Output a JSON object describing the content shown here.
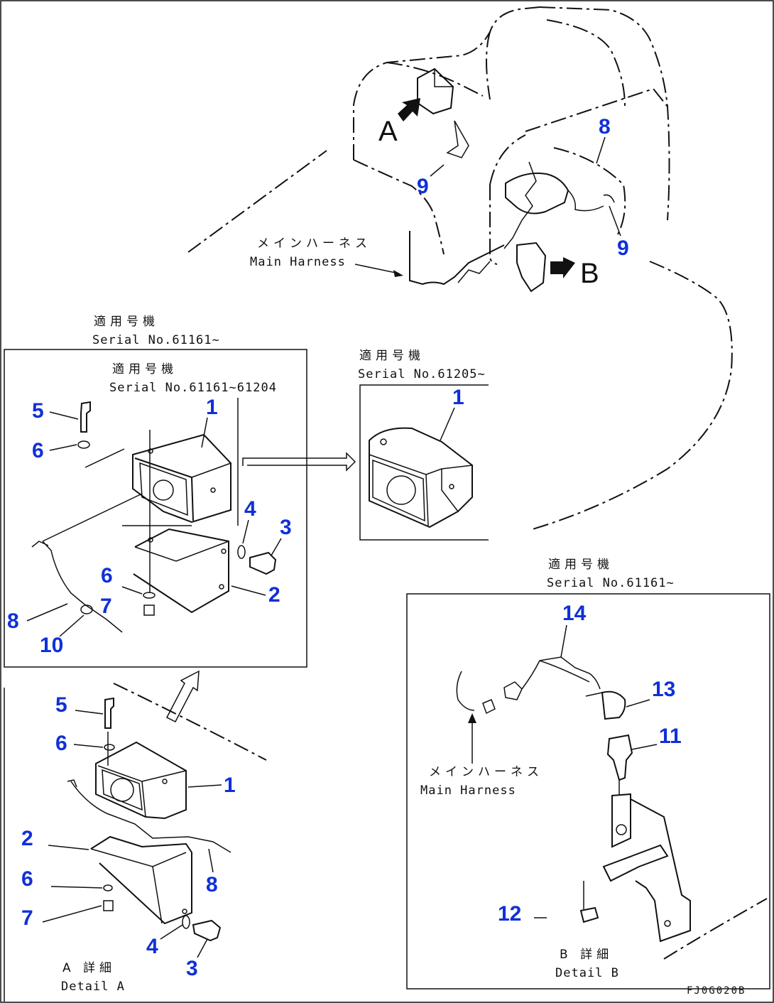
{
  "main_view": {
    "arrow_a": "A",
    "arrow_b": "B",
    "callouts": {
      "p8": "8",
      "p9a": "9",
      "p9b": "9"
    },
    "harness_jp": "メインハーネス",
    "harness_en": "Main Harness"
  },
  "serial_top": {
    "jp": "適用号機",
    "en": "Serial No.61161~"
  },
  "detail_a_old": {
    "serial_jp": "適用号機",
    "serial_en": "Serial No.61161~61204",
    "callouts": [
      "1",
      "2",
      "3",
      "4",
      "5",
      "6",
      "6",
      "7",
      "8",
      "10"
    ]
  },
  "detail_a_new": {
    "serial_jp": "適用号機",
    "serial_en": "Serial No.61205~",
    "callouts": [
      "1"
    ]
  },
  "detail_a": {
    "title_jp": "A 詳細",
    "title_en": "Detail A",
    "callouts": [
      "1",
      "2",
      "3",
      "4",
      "5",
      "6",
      "6",
      "7",
      "8"
    ]
  },
  "detail_b": {
    "serial_jp": "適用号機",
    "serial_en": "Serial No.61161~",
    "harness_jp": "メインハーネス",
    "harness_en": "Main Harness",
    "title_jp": "B 詳細",
    "title_en": "Detail B",
    "callouts": [
      "14",
      "13",
      "11",
      "12"
    ]
  },
  "drawing_code": "FJ0G020B"
}
